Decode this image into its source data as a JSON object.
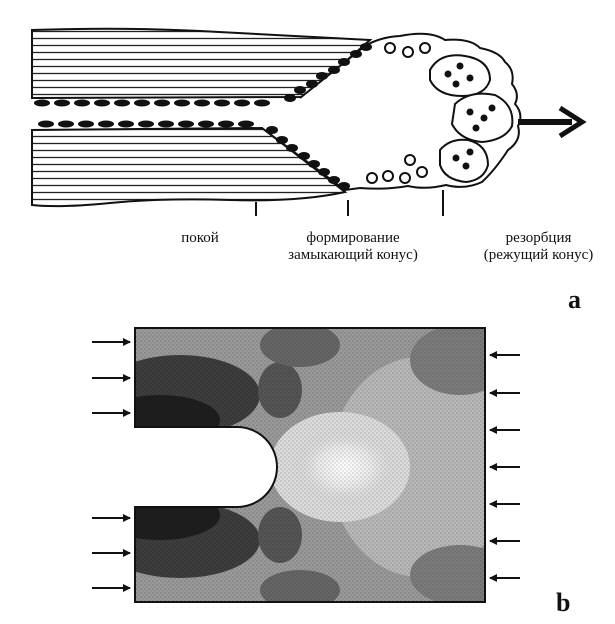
{
  "panel_a": {
    "letter": "a",
    "zones": [
      {
        "id": "rest",
        "line1": "покой",
        "line2": ""
      },
      {
        "id": "formation",
        "line1": "формирование",
        "line2": "замыкающий конус)"
      },
      {
        "id": "resorption",
        "line1": "резорбция",
        "line2": "(режущий конус)"
      }
    ]
  },
  "panel_b": {
    "letter": "b"
  }
}
